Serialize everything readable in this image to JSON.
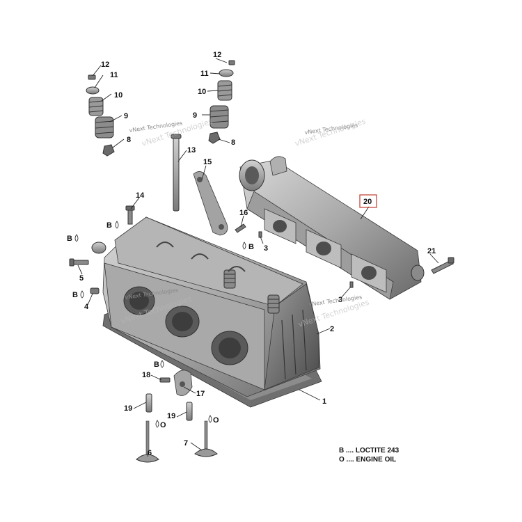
{
  "watermark": "vNext Technologies",
  "callouts": {
    "c1": "1",
    "c2": "2",
    "c3a": "3",
    "c3b": "3",
    "c4": "4",
    "c5": "5",
    "c6": "6",
    "c7": "7",
    "c8a": "8",
    "c8b": "8",
    "c9a": "9",
    "c9b": "9",
    "c10a": "10",
    "c10b": "10",
    "c11a": "11",
    "c11b": "11",
    "c12a": "12",
    "c12b": "12",
    "c13": "13",
    "c14": "14",
    "c15": "15",
    "c16": "16",
    "c17": "17",
    "c18": "18",
    "c19a": "19",
    "c19b": "19",
    "c20": "20",
    "c21": "21"
  },
  "markers": {
    "b_loctite": "B",
    "o_oil": "O"
  },
  "legend": [
    {
      "code": "B",
      "text": "B .... LOCTITE 243"
    },
    {
      "code": "O",
      "text": "O .... ENGINE OIL"
    }
  ],
  "colors": {
    "highlight_box": "#c0392b",
    "metal_light": "#c9c9c9",
    "metal_mid": "#9a9a9a",
    "metal_dark": "#5e5e5e"
  }
}
